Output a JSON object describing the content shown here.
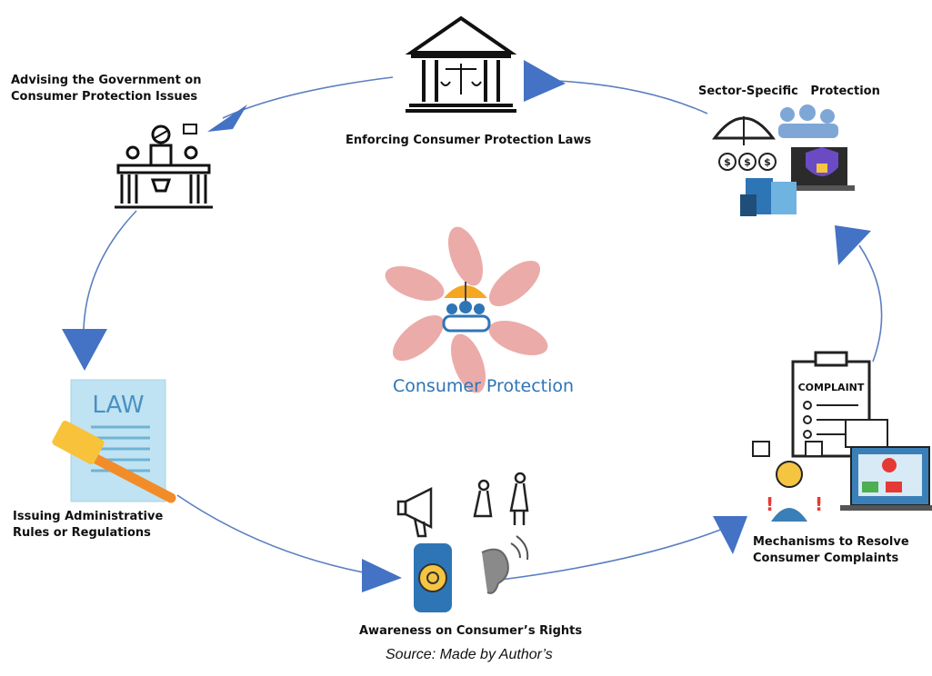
{
  "diagram": {
    "center": {
      "label": "Consumer Protection",
      "icon": "umbrella-people-icon"
    },
    "nodes": [
      {
        "id": "enforcing",
        "label": "Enforcing Consumer Protection Laws",
        "icon": "courthouse-scales-icon"
      },
      {
        "id": "sector",
        "label": "Sector-Specific   Protection",
        "icon": "umbrella-money-lock-icon"
      },
      {
        "id": "mechanisms",
        "label_lines": [
          "Mechanisms to Resolve",
          "Consumer Complaints"
        ],
        "icon": "complaint-clipboard-icon",
        "icon_text": "COMPLAINT"
      },
      {
        "id": "awareness",
        "label": "Awareness on Consumer’s Rights",
        "icon": "megaphone-bulb-ear-icon"
      },
      {
        "id": "issuing",
        "label_lines": [
          "Issuing Administrative",
          "Rules or Regulations"
        ],
        "icon": "law-gavel-icon",
        "icon_text": "LAW"
      },
      {
        "id": "advising",
        "label_lines": [
          "Advising the Government on",
          "Consumer Protection Issues"
        ],
        "icon": "government-hearing-icon"
      }
    ],
    "cycle_direction": "clockwise",
    "colors": {
      "arrow": "#4472c4",
      "center_text": "#2e74b5",
      "hands": "#e9a3a0",
      "umbrella": "#f5a623",
      "people": "#2e75b6"
    }
  },
  "source": "Source: Made by Author’s"
}
